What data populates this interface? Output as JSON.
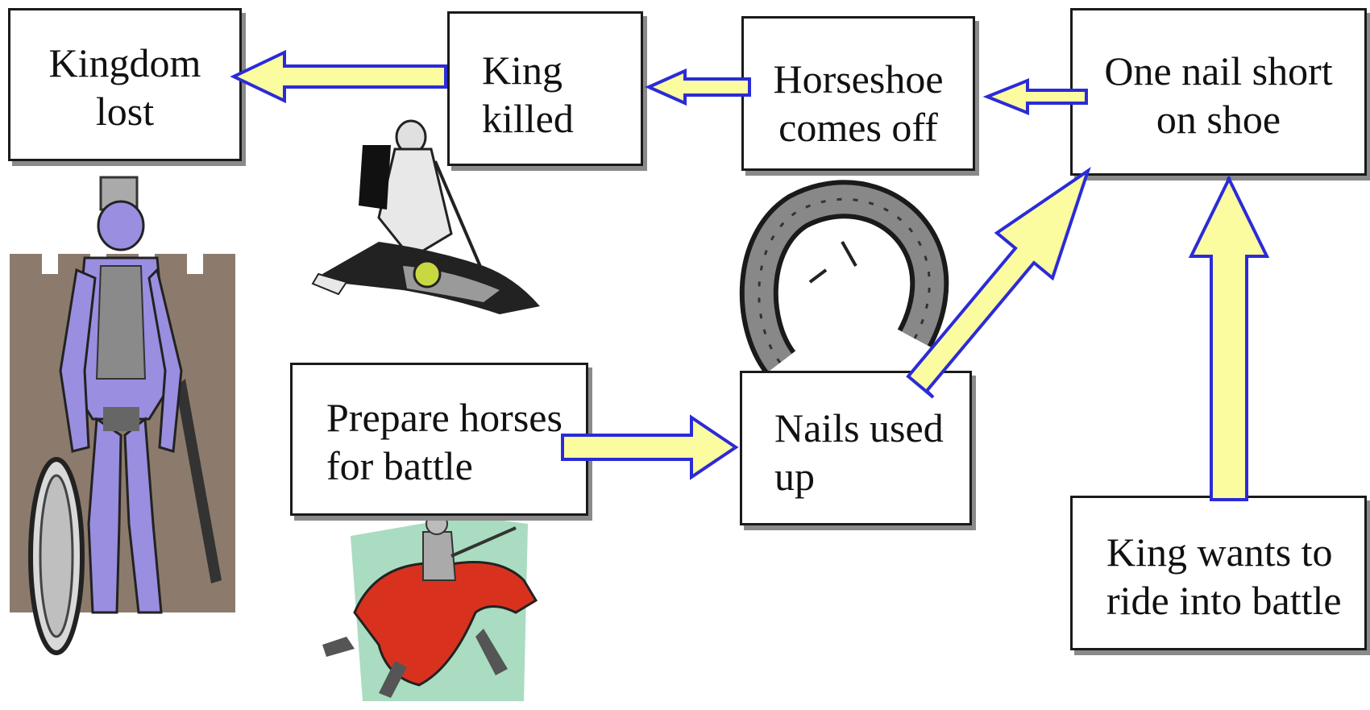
{
  "colors": {
    "arrow_fill": "#fbfba0",
    "arrow_stroke": "#2b2bd8",
    "box_border": "#1a1a1a",
    "box_shadow": "#8a8a8a",
    "knight_armor": "#9a8ee0",
    "castle": "#8c7b6c",
    "rider_cloak": "#d8321e"
  },
  "boxes": {
    "kingdom_lost": {
      "line1": "Kingdom",
      "line2": "lost"
    },
    "king_killed": {
      "line1": "King",
      "line2": "killed"
    },
    "horseshoe_off": {
      "line1": "Horseshoe",
      "line2": "comes off"
    },
    "nail_short": {
      "line1": "One nail short",
      "line2": "on shoe"
    },
    "prepare_horses": {
      "line1": "Prepare horses",
      "line2": "for battle"
    },
    "nails_used": {
      "line1": "Nails used",
      "line2": "up"
    },
    "king_wants": {
      "line1": "King wants to",
      "line2": "ride into battle"
    }
  },
  "illustrations": [
    "knight-castle-icon",
    "fallen-knight-icon",
    "horseshoe-icon",
    "mounted-knight-icon"
  ]
}
